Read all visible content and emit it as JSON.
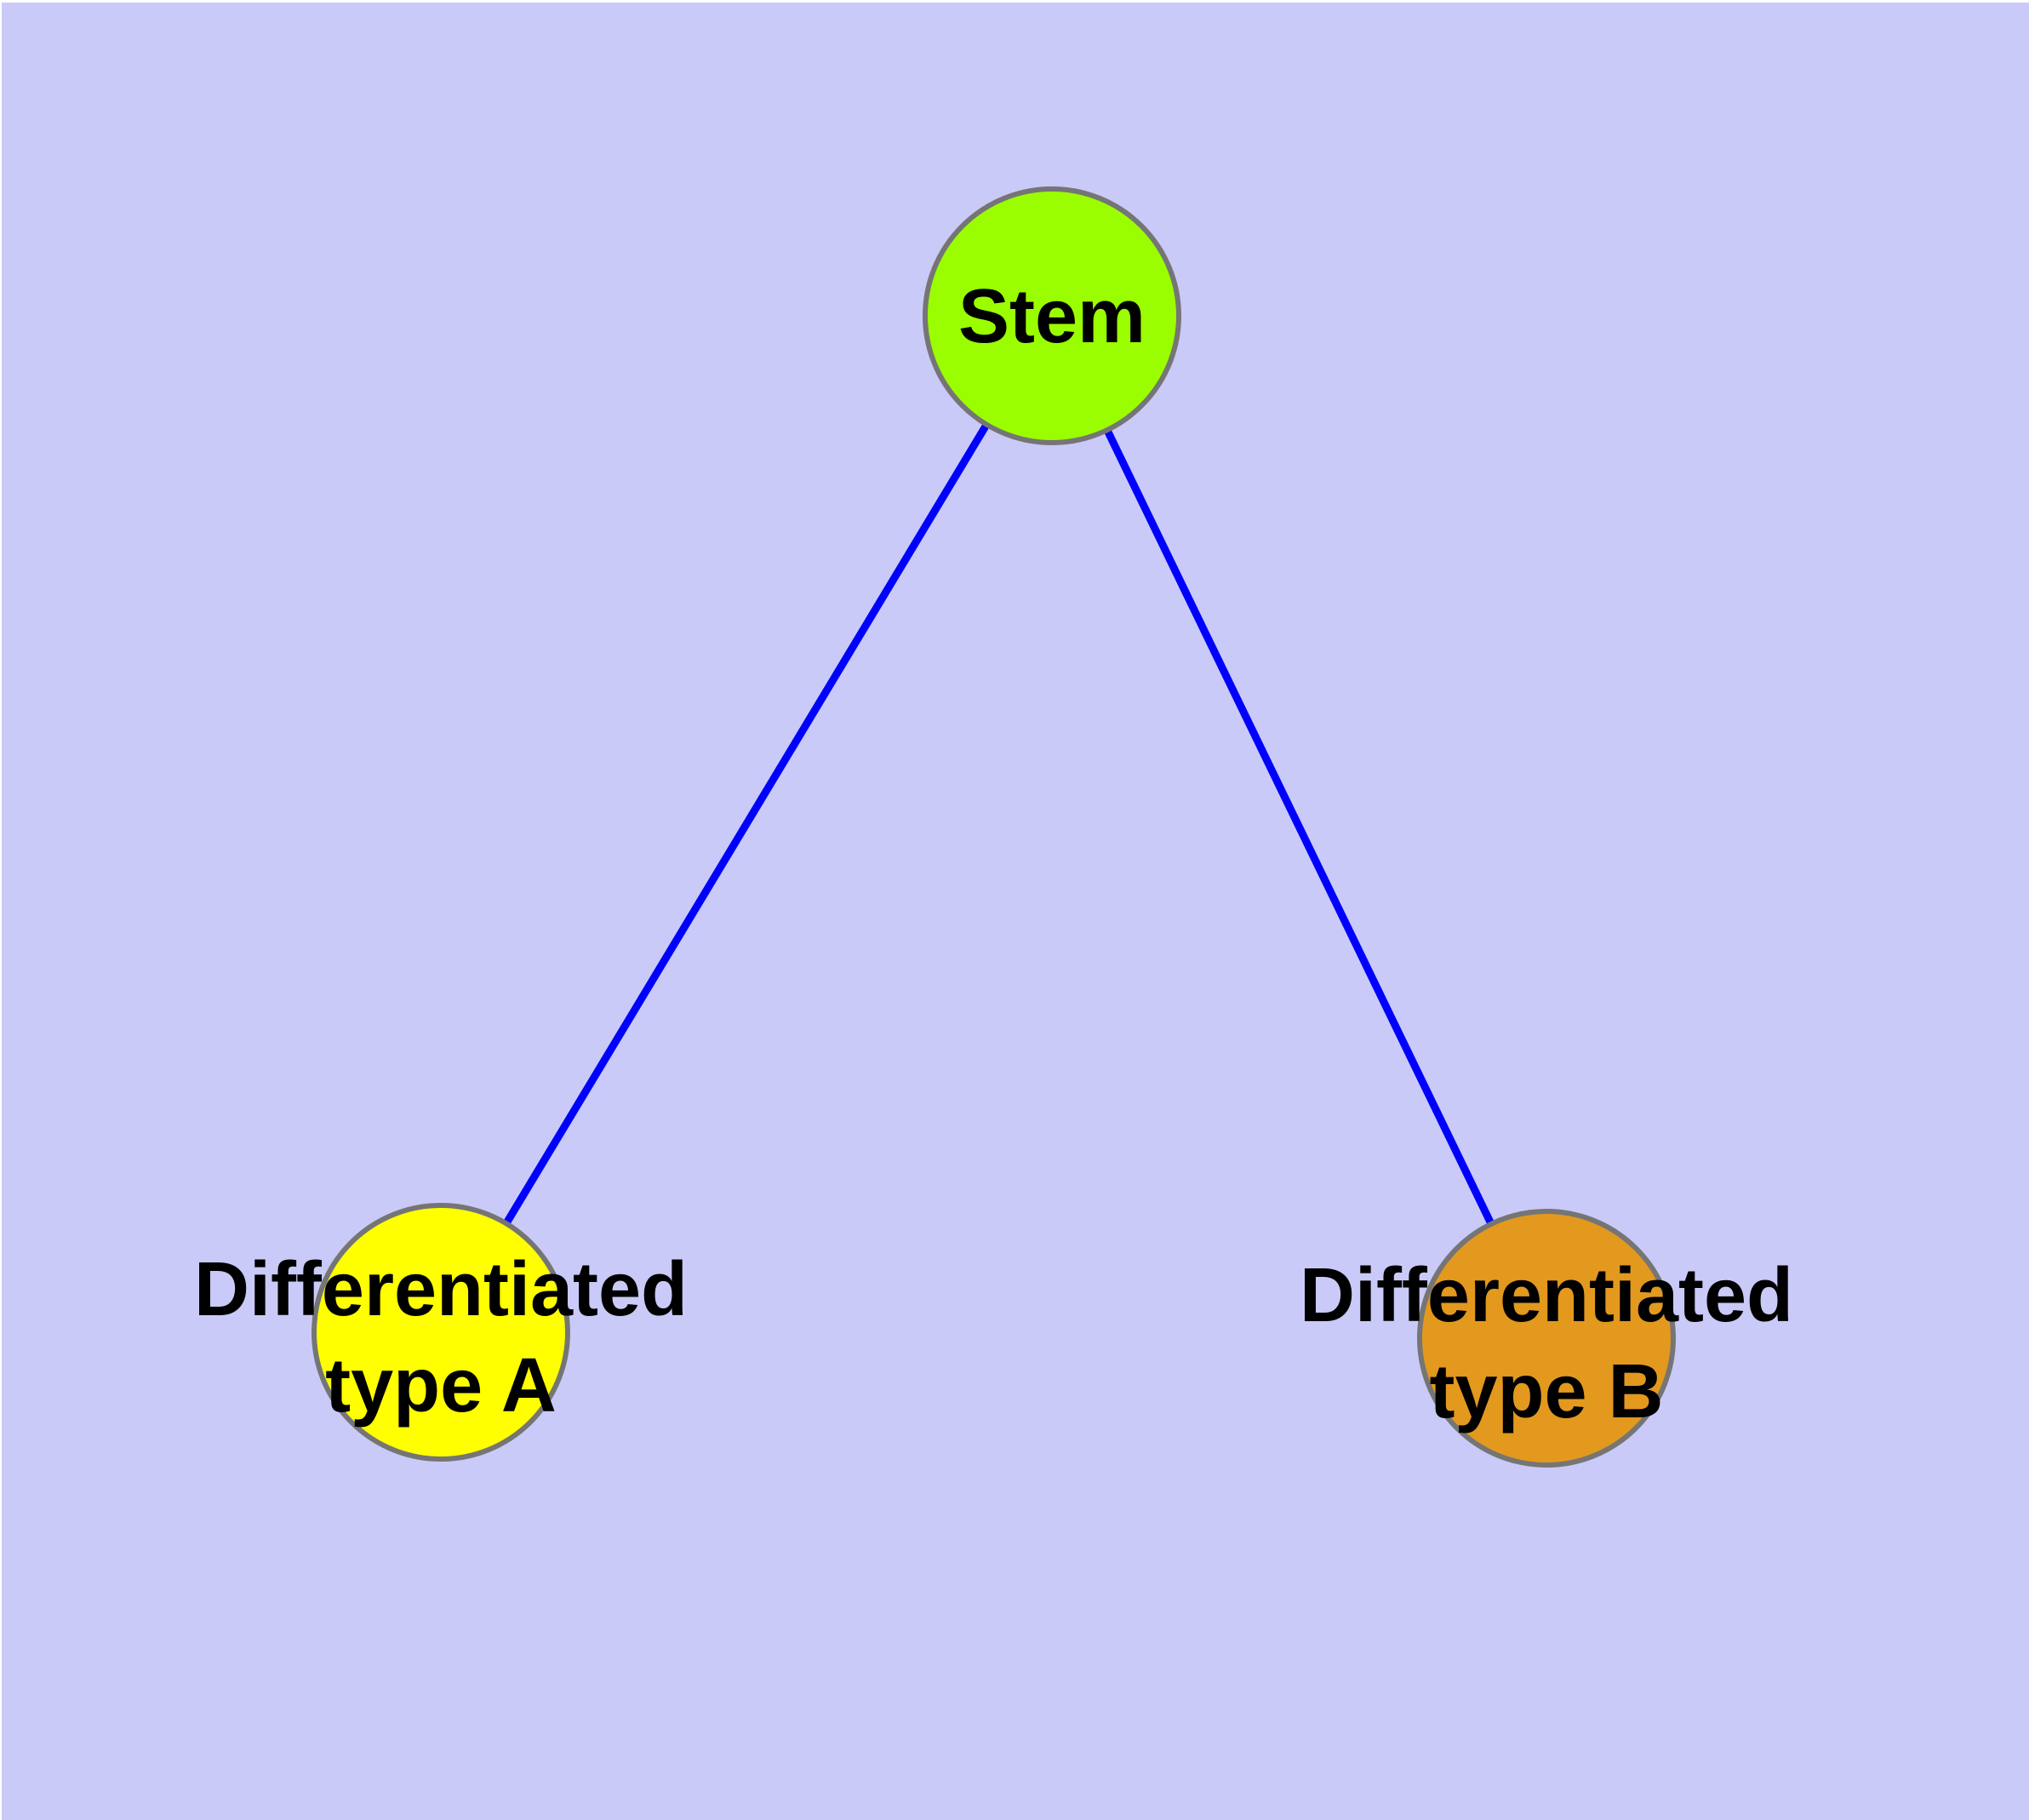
{
  "diagram": {
    "background_color": "#CACAF8",
    "page_margin_color": "#FFFFFF",
    "edge_color": "#0000FF",
    "node_border_color": "#757575",
    "label_color": "#000000",
    "nodes": [
      {
        "id": "stem",
        "label_lines": [
          "Stem"
        ],
        "fill": "#9AFE00"
      },
      {
        "id": "differentiated-type-a",
        "label_lines": [
          "Differentiated",
          "type A"
        ],
        "fill": "#FFFF00"
      },
      {
        "id": "differentiated-type-b",
        "label_lines": [
          "Differentiated",
          "type B"
        ],
        "fill": "#E2991E"
      }
    ],
    "edges": [
      {
        "from": "stem",
        "to": "differentiated-type-a"
      },
      {
        "from": "stem",
        "to": "differentiated-type-b"
      }
    ]
  }
}
